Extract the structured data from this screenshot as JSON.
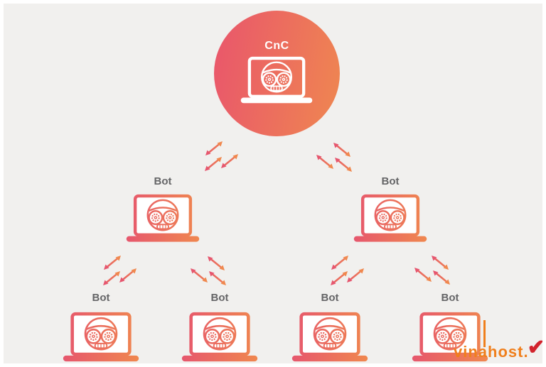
{
  "diagram": {
    "nodes": {
      "cnc": {
        "label": "CnC"
      },
      "bots": [
        {
          "label": "Bot"
        },
        {
          "label": "Bot"
        },
        {
          "label": "Bot"
        },
        {
          "label": "Bot"
        },
        {
          "label": "Bot"
        },
        {
          "label": "Bot"
        }
      ]
    },
    "icons": {
      "cnc_icon": "robot-faced-laptop",
      "bot_icon": "robot-faced-laptop",
      "link_icon": "double-headed-arrow",
      "watermark_icon": "checkmark"
    },
    "colors": {
      "gradient_pink": "#e6566e",
      "gradient_orange": "#f0884e",
      "background": "#f1f0ee",
      "label_gray": "#656567",
      "watermark_orange": "#f07f1c",
      "watermark_red": "#d2232c"
    }
  },
  "watermark": {
    "text": "vinahost.",
    "check": "✔"
  }
}
